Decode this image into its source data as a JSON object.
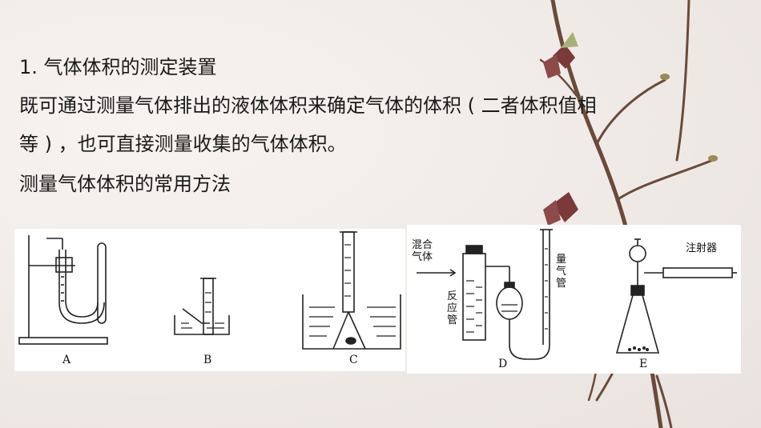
{
  "text": {
    "heading": "1. 气体体积的测定装置",
    "line2": "既可通过测量气体排出的液体体积来确定气体的体积 ( 二者体积值相",
    "line3": "等 ) ，也可直接测量收集的气体体积。",
    "line4": "测量气体体积的常用方法"
  },
  "diagram": {
    "apparatus_labels": [
      "A",
      "B",
      "C",
      "D",
      "E"
    ],
    "d_labels": {
      "mixed_gas": "混合\n气体",
      "reactor": "反\n应\n管",
      "burette": "量\n气\n管"
    },
    "e_labels": {
      "syringe": "注射器"
    }
  }
}
